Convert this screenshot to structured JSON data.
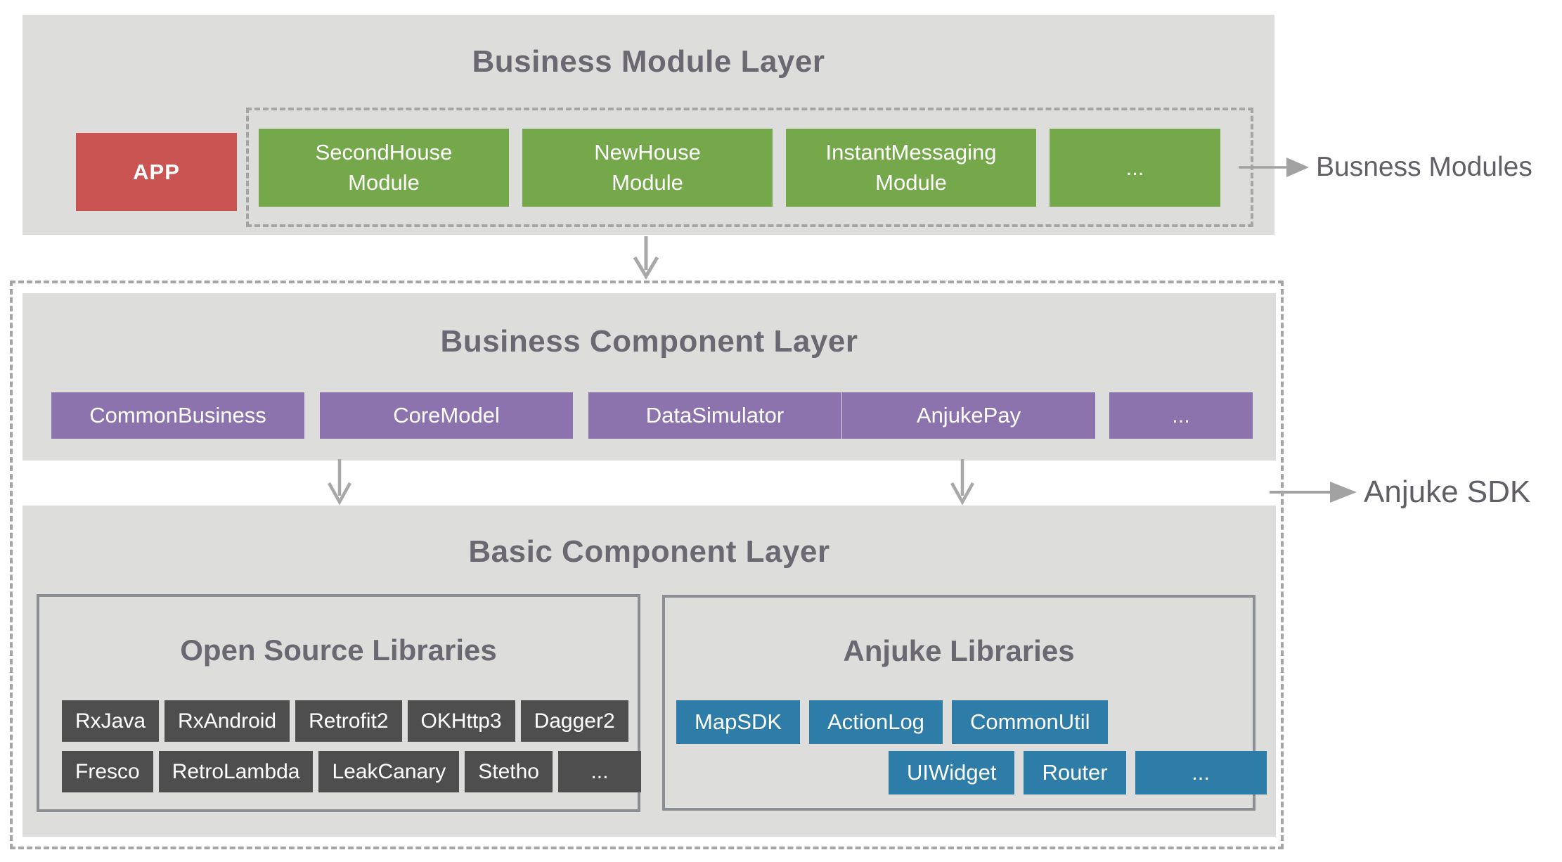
{
  "diagram": {
    "layer1": {
      "title": "Business Module Layer",
      "app_label": "APP",
      "modules": [
        {
          "line1": "SecondHouse",
          "line2": "Module"
        },
        {
          "line1": "NewHouse",
          "line2": "Module"
        },
        {
          "line1": "InstantMessaging",
          "line2": "Module"
        },
        {
          "line1": "...",
          "line2": ""
        }
      ]
    },
    "layer2": {
      "title": "Business Component Layer",
      "components": [
        "CommonBusiness",
        "CoreModel",
        "DataSimulator",
        "AnjukePay",
        "..."
      ]
    },
    "layer3": {
      "title": "Basic Component Layer",
      "open_source": {
        "title": "Open Source Libraries",
        "row1": [
          "RxJava",
          "RxAndroid",
          "Retrofit2",
          "OKHttp3",
          "Dagger2"
        ],
        "row2": [
          "Fresco",
          "RetroLambda",
          "LeakCanary",
          "Stetho",
          "..."
        ]
      },
      "anjuke": {
        "title": "Anjuke Libraries",
        "row1": [
          "MapSDK",
          "ActionLog",
          "CommonUtil"
        ],
        "row2": [
          "UIWidget",
          "Router",
          "..."
        ]
      }
    },
    "annotations": {
      "business_modules": "Busness Modules",
      "anjuke_sdk": "Anjuke SDK"
    },
    "colors": {
      "section_background": "#DDDDDC",
      "app_red": "#C95452",
      "module_green": "#74A84A",
      "component_purple": "#8C73AD",
      "open_source_dark": "#4E4E4E",
      "anjuke_blue": "#2E7CA8",
      "heading_gray": "#6B6871",
      "annotation_gray": "#615E66",
      "solid_border_gray": "#8B8F93",
      "dashed_border_gray": "#A5A5A5",
      "arrow_gray": "#A2A2A2",
      "box_text": "#FFFFFF"
    }
  }
}
